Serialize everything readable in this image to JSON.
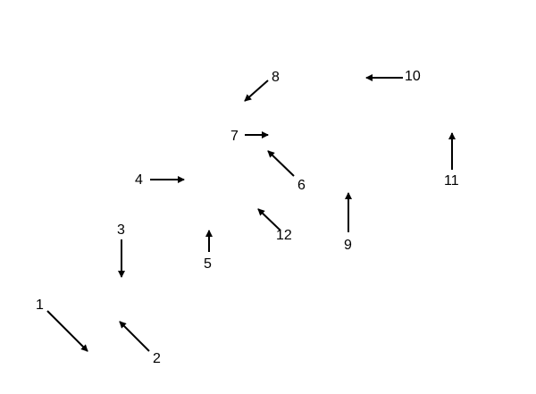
{
  "colors": {
    "background": "#ffffff",
    "arrow": "#000000",
    "text": "#000000"
  },
  "arrows": [
    {
      "label": "1"
    },
    {
      "label": "2"
    },
    {
      "label": "3"
    },
    {
      "label": "4"
    },
    {
      "label": "5"
    },
    {
      "label": "6"
    },
    {
      "label": "7"
    },
    {
      "label": "8"
    },
    {
      "label": "9"
    },
    {
      "label": "10"
    },
    {
      "label": "11"
    },
    {
      "label": "12"
    }
  ]
}
